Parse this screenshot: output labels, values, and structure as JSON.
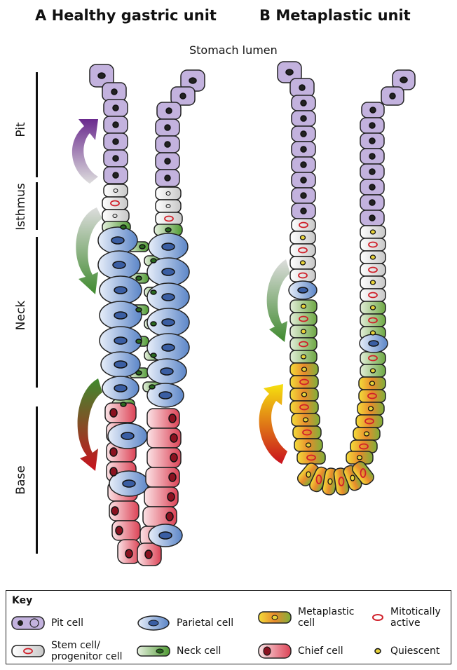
{
  "panels": {
    "a_title": "A  Healthy gastric unit",
    "b_title": "B  Metaplastic unit"
  },
  "lumen_label": "Stomach lumen",
  "regions": [
    "Pit",
    "Isthmus",
    "Neck",
    "Base"
  ],
  "colors": {
    "pit": "#b9a6d6",
    "stem": "#dcdcdc",
    "neck": "#5e9e3c",
    "parietal": "#6f95d0",
    "chief": "#e0566a",
    "metaplastic_yellow": "#f2d32a",
    "metaplastic_orange": "#e8722a",
    "arrow_purple": "#6a2a8e",
    "arrow_grey": "#b5b5b5",
    "arrow_green": "#3f8a2e",
    "arrow_red": "#c9111e",
    "arrow_yellow": "#f6e10f",
    "mitotic": "#d0202a"
  },
  "key": {
    "title": "Key",
    "pit_cell": "Pit cell",
    "parietal_cell": "Parietal cell",
    "metaplastic_cell": "Metaplastic cell",
    "mitotically_active": "Mitotically active",
    "stem_cell": "Stem cell/ progenitor cell",
    "neck_cell": "Neck cell",
    "chief_cell": "Chief cell",
    "quiescent": "Quiescent"
  }
}
